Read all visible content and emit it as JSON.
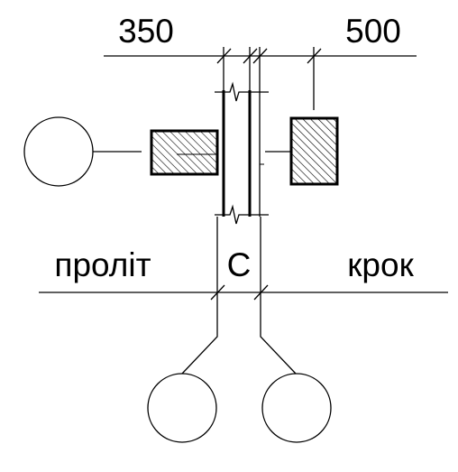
{
  "dimensions": {
    "left_value": "350",
    "right_value": "500"
  },
  "labels": {
    "left": "проліт",
    "center": "C",
    "right": "крок"
  },
  "colors": {
    "line": "#000000",
    "background": "#ffffff",
    "hatch": "#000000"
  }
}
